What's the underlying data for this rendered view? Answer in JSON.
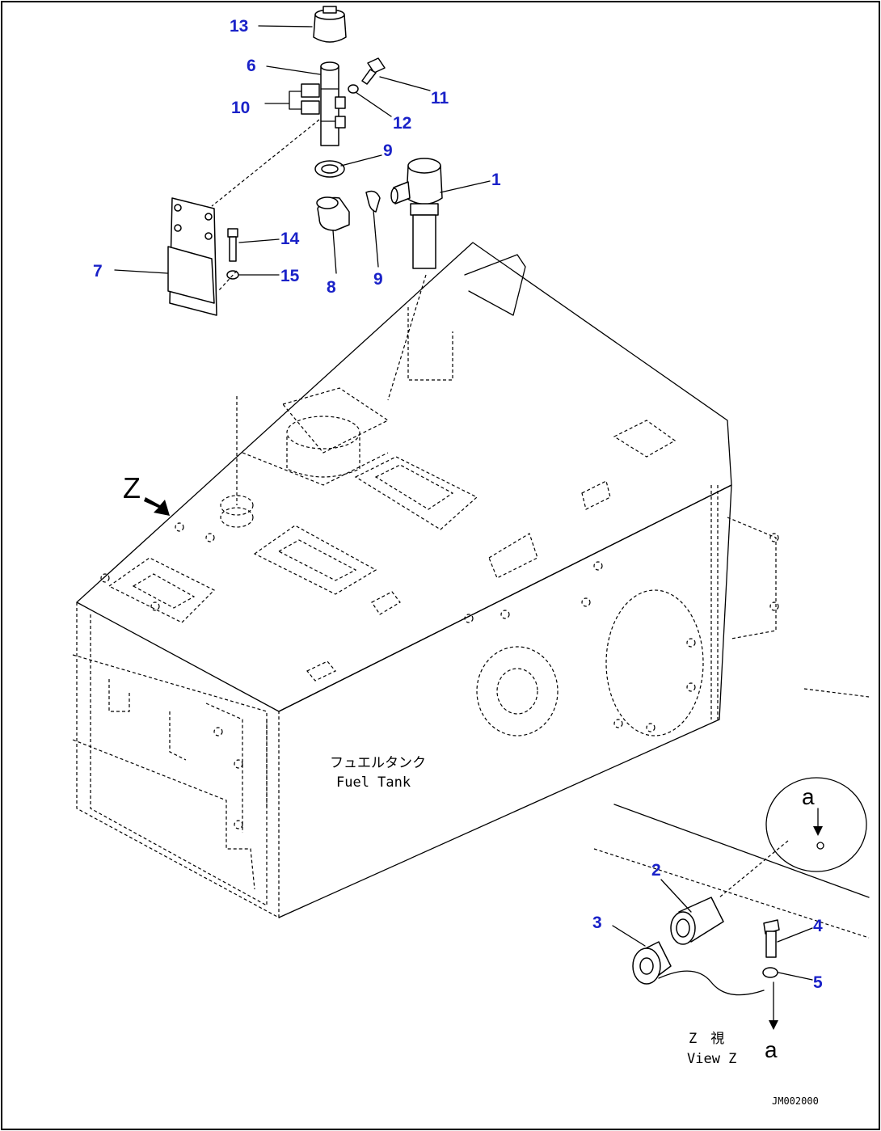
{
  "diagram": {
    "tank_label_ja": "フュエルタンク",
    "tank_label_en": "Fuel Tank",
    "view_label_ja": "Z　視",
    "view_label_en": "View Z",
    "view_letter": "Z",
    "ref_letter_top": "a",
    "ref_letter_bottom": "a",
    "drawing_code": "JM002000",
    "callouts": [
      "13",
      "6",
      "11",
      "10",
      "12",
      "9",
      "1",
      "14",
      "7",
      "15",
      "8",
      "9",
      "2",
      "3",
      "4",
      "5"
    ]
  }
}
